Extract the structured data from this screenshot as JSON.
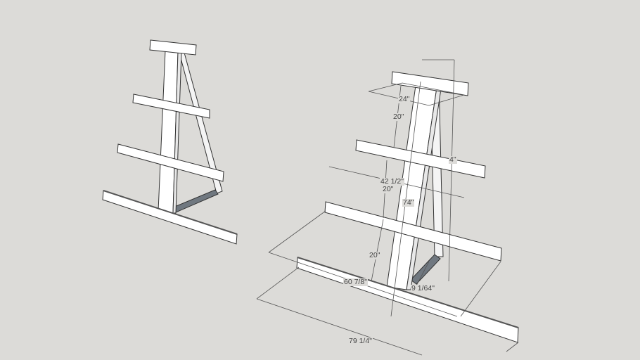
{
  "scene": {
    "background": "#dcdbd8",
    "left_model": {
      "label": "rack-without-dimensions"
    },
    "right_model": {
      "label": "rack-with-dimensions"
    }
  },
  "dimensions": {
    "top_width": "24\"",
    "top_gap": "20\"",
    "hidden_partial": "4\"",
    "shelf_depth": "42 1/2\"",
    "middle_gap": "20\"",
    "height": "74\"",
    "bottom_gap": "20\"",
    "base_inner": "60 7/8\"",
    "brace_width": "9 1/64\"",
    "base_length": "79 1/4\""
  }
}
